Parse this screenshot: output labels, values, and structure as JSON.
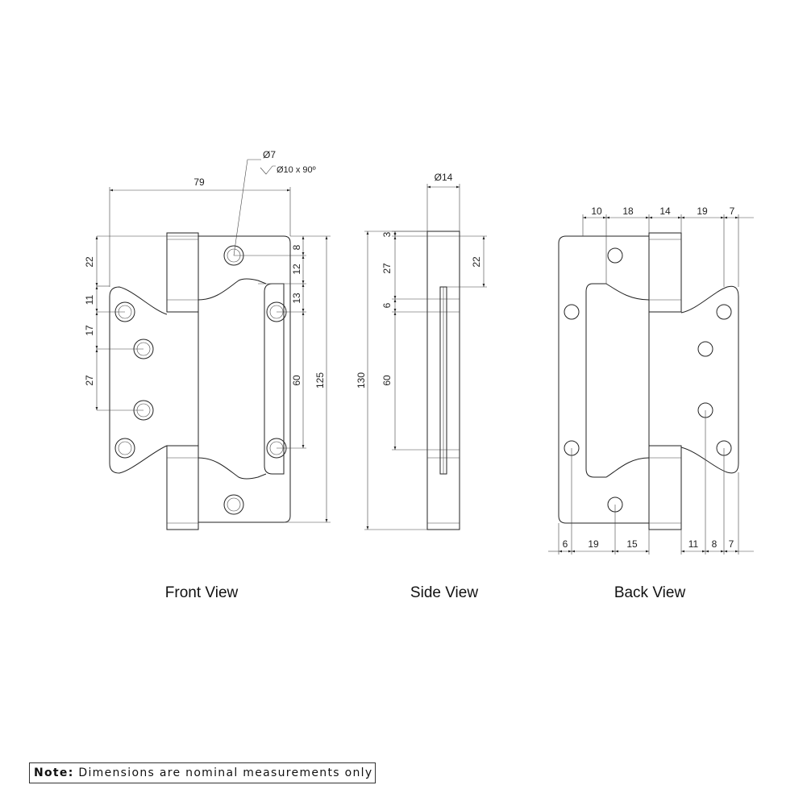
{
  "views": {
    "front": {
      "label": "Front View",
      "dims": {
        "overall_width": "79",
        "hole_dia": "Ø7",
        "countersink": "Ø10 x 90º",
        "top_offset": "22",
        "left_1": "11",
        "left_2": "17",
        "left_3": "27",
        "right_1": "8",
        "right_2": "12",
        "right_3": "13",
        "right_spacing": "60",
        "overall_height": "125"
      }
    },
    "side": {
      "label": "Side View",
      "dims": {
        "knuckle_dia": "Ø14",
        "top_gap": "3",
        "knuckle_1": "27",
        "leaf_top": "22",
        "gap_2": "6",
        "knuckle_2": "60",
        "overall_height": "130"
      }
    },
    "back": {
      "label": "Back View",
      "dims": {
        "top": [
          "10",
          "18",
          "14",
          "19",
          "7"
        ],
        "bottom": [
          "6",
          "19",
          "15",
          "11",
          "8",
          "7"
        ]
      }
    }
  },
  "note": {
    "prefix": "Note:",
    "text": "Dimensions are nominal measurements only"
  }
}
